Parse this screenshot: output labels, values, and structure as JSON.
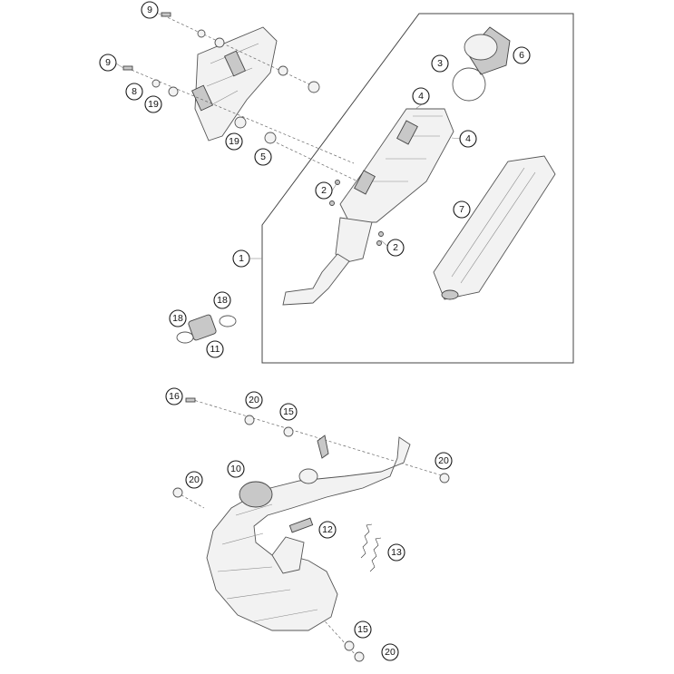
{
  "callouts": [
    {
      "label": "9"
    },
    {
      "label": "9"
    },
    {
      "label": "8"
    },
    {
      "label": "19"
    },
    {
      "label": "19"
    },
    {
      "label": "5"
    },
    {
      "label": "3"
    },
    {
      "label": "6"
    },
    {
      "label": "4"
    },
    {
      "label": "4"
    },
    {
      "label": "2"
    },
    {
      "label": "2"
    },
    {
      "label": "7"
    },
    {
      "label": "1"
    },
    {
      "label": "18"
    },
    {
      "label": "18"
    },
    {
      "label": "11"
    },
    {
      "label": "16"
    },
    {
      "label": "20"
    },
    {
      "label": "15"
    },
    {
      "label": "20"
    },
    {
      "label": "20"
    },
    {
      "label": "10"
    },
    {
      "label": "12"
    },
    {
      "label": "13"
    },
    {
      "label": "15"
    },
    {
      "label": "20"
    }
  ]
}
